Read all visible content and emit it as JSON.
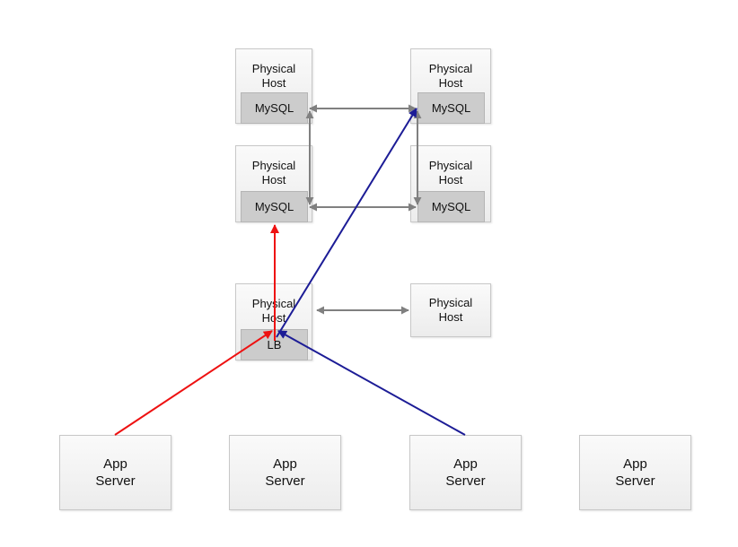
{
  "colors": {
    "gray_arrow": "#808080",
    "red_arrow": "#ee1111",
    "blue_arrow": "#1c1c96"
  },
  "hosts": [
    {
      "line1": "Physical",
      "line2": "Host"
    },
    {
      "line1": "Physical",
      "line2": "Host"
    },
    {
      "line1": "Physical",
      "line2": "Host"
    },
    {
      "line1": "Physical",
      "line2": "Host"
    },
    {
      "line1": "Physical",
      "line2": "Host"
    },
    {
      "line1": "Physical",
      "line2": "Host"
    }
  ],
  "mysql": [
    "MySQL",
    "MySQL",
    "MySQL",
    "MySQL"
  ],
  "lb": "LB",
  "app_servers": [
    {
      "line1": "App",
      "line2": "Server"
    },
    {
      "line1": "App",
      "line2": "Server"
    },
    {
      "line1": "App",
      "line2": "Server"
    },
    {
      "line1": "App",
      "line2": "Server"
    }
  ],
  "connections": [
    {
      "from": "mysql-top-left",
      "to": "mysql-top-right",
      "style": "gray",
      "bidirectional": true
    },
    {
      "from": "mysql-mid-left",
      "to": "mysql-mid-right",
      "style": "gray",
      "bidirectional": true
    },
    {
      "from": "mysql-top-left",
      "to": "mysql-mid-left",
      "style": "gray",
      "bidirectional": true
    },
    {
      "from": "mysql-top-right",
      "to": "mysql-mid-right",
      "style": "gray",
      "bidirectional": true
    },
    {
      "from": "lb-host",
      "to": "standby-host",
      "style": "gray",
      "bidirectional": true
    },
    {
      "from": "app-server-1",
      "to": "lb",
      "style": "red",
      "bidirectional": false
    },
    {
      "from": "lb",
      "to": "mysql-mid-left",
      "style": "red",
      "bidirectional": false
    },
    {
      "from": "app-server-3",
      "to": "lb",
      "style": "blue",
      "bidirectional": false
    },
    {
      "from": "lb",
      "to": "mysql-top-right",
      "style": "blue",
      "bidirectional": false
    }
  ]
}
